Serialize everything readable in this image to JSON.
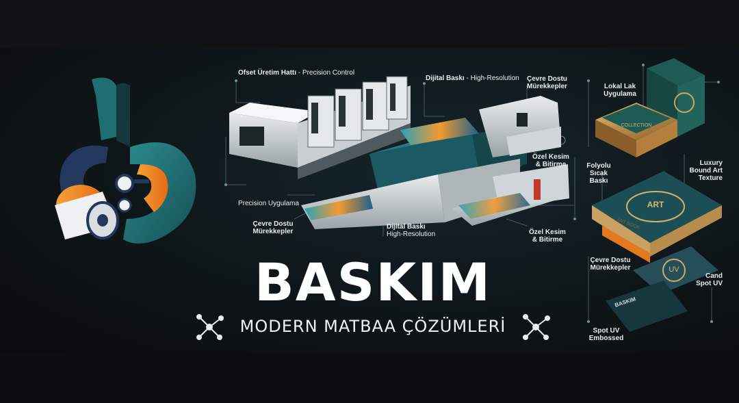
{
  "brand": {
    "title": "BASKIM",
    "subtitle": "MODERN MATBAA ÇÖZÜMLERİ"
  },
  "callouts": {
    "offset_line": "Ofset Üretim Hattı",
    "offset_line_sub": " - Precision Control",
    "digital_top": "Dijital Baskı",
    "digital_top_sub": " - High-Resolution",
    "eco_top_1": "Çevre Dostu",
    "eco_top_2": "Mürekkepler",
    "local_lak_1": "Lokal Lak",
    "local_lak_2": "Uygulama",
    "ozel_1": "Özel Kesim",
    "ozel_2": "& Bitirme",
    "folyolu_1": "Folyolu",
    "folyolu_2": "Sıcak",
    "folyolu_3": "Baskı",
    "luxury_1": "Luxury",
    "luxury_2": "Bound Art",
    "luxury_3": "Texture",
    "precision": "Precision Uygulama",
    "eco_bottom_1": "Çevre Dostu",
    "eco_bottom_2": "Mürekkepler",
    "digital_bottom_1": "Dijital Baskı",
    "digital_bottom_2": "High-Resolution",
    "ozel_b_1": "Özel Kesim",
    "ozel_b_2": "& Bitirme",
    "eco_right_1": "Çevre Dostu",
    "eco_right_2": "Mürekkepler",
    "cand_1": "Cand",
    "cand_2": "Spot UV",
    "spot_1": "Spot UV",
    "spot_2": "Embossed"
  },
  "products": {
    "book_cover": "ART",
    "book_spine": "ART BOOK",
    "card_uv": "UV",
    "card_brand": "BASKIM",
    "box_label": "COLLECTION"
  },
  "colors": {
    "teal": "#1f6e72",
    "navy": "#223a5e",
    "orange": "#f2871f",
    "gold": "#c99a4e"
  }
}
